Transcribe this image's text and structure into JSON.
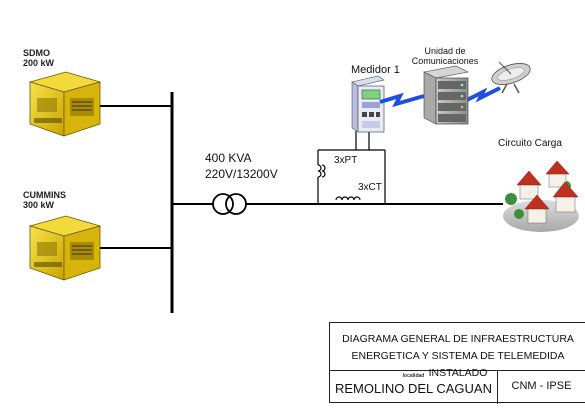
{
  "generators": [
    {
      "name": "SDMO",
      "rating": "200 kW"
    },
    {
      "name": "CUMMINS",
      "rating": "300 kW"
    }
  ],
  "transformer": {
    "capacity": "400 KVA",
    "voltage": "220V/13200V"
  },
  "instruments": {
    "pt": "3xPT",
    "ct": "3xCT"
  },
  "meter": {
    "label": "Medidor 1"
  },
  "comms": {
    "label_line1": "Unidad de",
    "label_line2": "Comunicaciones"
  },
  "load": {
    "label": "Circuito Carga"
  },
  "title_block": {
    "title_line1": "DIAGRAMA GENERAL DE INFRAESTRUCTURA",
    "title_line2": "ENERGETICA Y SISTEMA DE TELEMEDIDA INSTALADO",
    "location_label": "localidad",
    "location": "REMOLINO DEL CAGUAN",
    "code": "CNM - IPSE"
  },
  "colors": {
    "link": "#1f4fe0",
    "generator": "#e8c60a",
    "roof": "#c0301f"
  }
}
